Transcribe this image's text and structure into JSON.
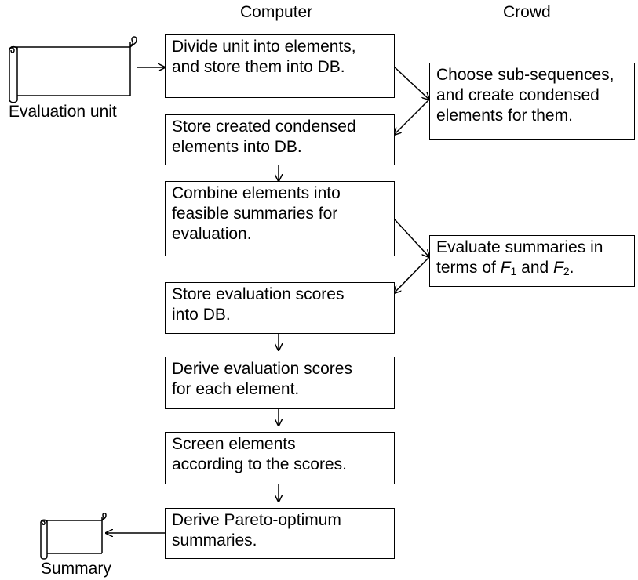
{
  "headers": {
    "computer": "Computer",
    "crowd": "Crowd"
  },
  "inputs": {
    "evaluation_unit": "Evaluation unit",
    "summary": "Summary"
  },
  "computer_steps": [
    "Divide unit into elements,\nand store them into DB.",
    "Store created condensed\nelements into DB.",
    "Combine elements into\nfeasible summaries for\nevaluation.",
    "Store evaluation scores\ninto DB.",
    "Derive evaluation scores\nfor each element.",
    "Screen elements\naccording to the scores.",
    "Derive Pareto-optimum\nsummaries."
  ],
  "crowd_steps": {
    "condense": "Choose sub-sequences,\nand create condensed\nelements for them.",
    "evaluate_prefix": "Evaluate summaries in\nterms of ",
    "evaluate_var1": "F",
    "evaluate_sub1": "1",
    "evaluate_and": " and ",
    "evaluate_var2": "F",
    "evaluate_sub2": "2",
    "evaluate_suffix": "."
  }
}
